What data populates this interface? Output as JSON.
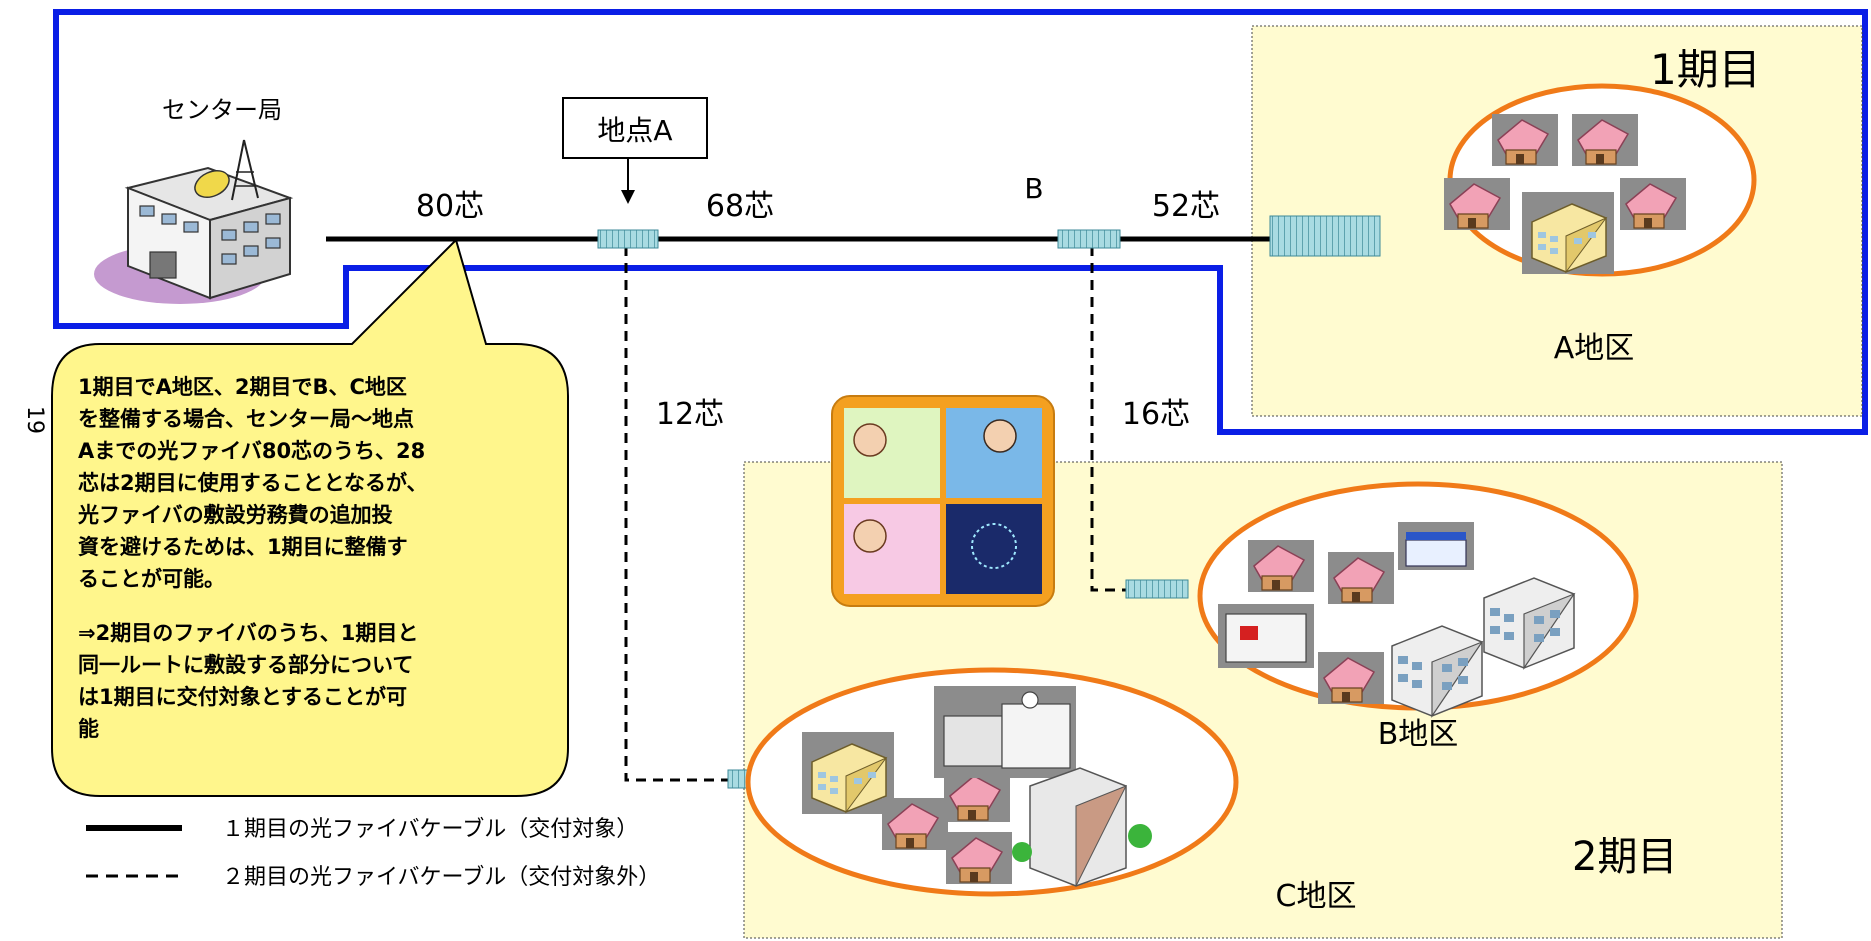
{
  "page_number": "19",
  "nodes": {
    "center_station": "センター局",
    "point_a": "地点A",
    "point_b": "B"
  },
  "cables": {
    "seg_center_a": "80芯",
    "seg_a_b": "68芯",
    "seg_b_area_a": "52芯",
    "branch_c": "12芯",
    "branch_b": "16芯"
  },
  "areas": {
    "a": "A地区",
    "b": "B地区",
    "c": "C地区"
  },
  "phases": {
    "first": "1期目",
    "second": "2期目"
  },
  "callout": {
    "para1": [
      "1期目でA地区、2期目でB、C地区",
      "を整備する場合、センター局～地点",
      "Aまでの光ファイバ80芯のうち、28",
      "芯は2期目に使用することとなるが、",
      "光ファイバの敷設労務費の追加投",
      "資を避けるためは、1期目に整備す",
      "ることが可能。"
    ],
    "para2": [
      "⇒2期目のファイバのうち、1期目と",
      "同一ルートに敷設する部分について",
      "は1期目に交付対象とすることが可",
      "能"
    ]
  },
  "legend": {
    "solid": "１期目の光ファイバケーブル（交付対象）",
    "dashed": "２期目の光ファイバケーブル（交付対象外）"
  },
  "colors": {
    "frame_blue": "#0a1ee6",
    "area_yellow": "#fffbd0",
    "ellipse_orange": "#f07a18",
    "callout_fill": "#fff68c",
    "connector_teal": "#8fc9d2"
  }
}
